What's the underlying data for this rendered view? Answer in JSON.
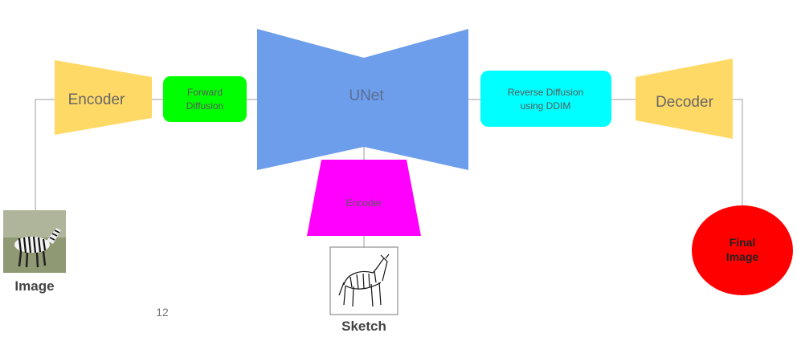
{
  "nodes": {
    "encoder_left": {
      "label": "Encoder",
      "color": "#FFD966"
    },
    "forward_diffusion": {
      "label_line1": "Forward",
      "label_line2": "Diffusion",
      "color": "#00FF00"
    },
    "unet": {
      "label": "UNet",
      "color": "#6D9EEB"
    },
    "sketch_encoder": {
      "label": "Encoder",
      "color": "#FF00FF"
    },
    "reverse_diffusion": {
      "label_line1": "Reverse Diffusion",
      "label_line2": "using DDIM",
      "color": "#00FFFF"
    },
    "decoder": {
      "label": "Decoder",
      "color": "#FFD966"
    },
    "final_image": {
      "label_line1": "Final",
      "label_line2": "Image",
      "color": "#FF0000"
    }
  },
  "inputs": {
    "image": {
      "caption": "Image"
    },
    "sketch": {
      "caption": "Sketch"
    }
  },
  "slide_number": "12",
  "colors": {
    "connector": "#9E9E9E",
    "text_dark": "#434343",
    "label_on_color": "#595959"
  }
}
